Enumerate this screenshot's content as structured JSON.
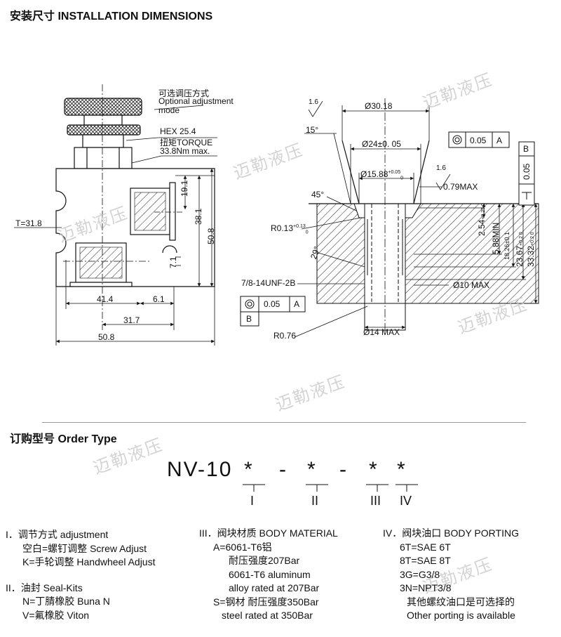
{
  "section1": {
    "title": "安装尺寸 INSTALLATION DIMENSIONS"
  },
  "left_view": {
    "adjust_cn": "可选调压方式",
    "adjust_en1": "Optional adjustment",
    "adjust_en2": "mode",
    "hex": "HEX 25.4",
    "torque_cn": "扭矩TORQUE",
    "torque_val": "33.8Nm max.",
    "t_label": "T=31.8",
    "d19": "19.1",
    "d38": "38.1",
    "d50v": "50.8",
    "d7": "7.1",
    "d41": "41.4",
    "d6": "6.1",
    "d31": "31.7",
    "d50h": "50.8"
  },
  "right_view": {
    "finish1": "1.6",
    "finish2": "1.6",
    "d30": "Ø30.18",
    "ang15": "15°",
    "ang45": "45°",
    "ang29": "29°",
    "d24": "Ø24±0. 05",
    "tol1_val": "0.05",
    "tol1_ref": "A",
    "datum_b": "B",
    "perp_val": "0.05",
    "d1588": "Ø15.88",
    "d1588_tol_up": "+0.05",
    "d1588_tol_lo": "0",
    "d079": "0.79MAX",
    "r013": "R0.13",
    "r013_tol_up": "+0.13",
    "r013_tol_lo": "0",
    "d254": "2.54",
    "d254_tol": "+0.25 0",
    "d588": "5.88MIN",
    "d1826": "18.26±0.1",
    "d2367": "23.67",
    "d2367_tol": "+0.2 0",
    "d3332": "33.32",
    "d3332_tol": "+0.2 0",
    "thread": "7/8-14UNF-2B",
    "tol2_val": "0.05",
    "tol2_ref": "A",
    "datum_b2": "B",
    "d10": "Ø10 MAX",
    "d14": "Ø14 MAX",
    "r076": "R0.76"
  },
  "section2": {
    "title": "订购型号 Order Type"
  },
  "order": {
    "code": "NV-10",
    "c1": "*",
    "s1": "-",
    "c2": "*",
    "s2": "-",
    "c3": "*",
    "c4": "*",
    "r1": "I",
    "r2": "II",
    "r3": "III",
    "r4": "IV"
  },
  "col1": {
    "h1": "I．调节方式 adjustment",
    "l1": "空白=螺钉调整 Screw Adjust",
    "l2": "K=手轮调整 Handwheel Adjust",
    "h2": "II．油封 Seal-Kits",
    "l3": "N=丁腈橡胶 Buna N",
    "l4": "V=氟橡胶 Viton"
  },
  "col2": {
    "h": "III．阀块材质 BODY MATERIAL",
    "l1": "A=6061-T6铝",
    "l2": "耐压强度207Bar",
    "l3": "6061-T6 aluminum",
    "l4": "alloy rated at 207Bar",
    "l5": "S=钢材 耐压强度350Bar",
    "l6": "steel rated at 350Bar"
  },
  "col3": {
    "h": "IV．阀块油口 BODY PORTING",
    "l1": "6T=SAE 6T",
    "l2": "8T=SAE 8T",
    "l3": "3G=G3/8",
    "l4": "3N=NPT3/8",
    "l5": "其他螺纹油口是可选择的",
    "l6": "Other porting is available"
  },
  "watermark": "迈勒液压"
}
